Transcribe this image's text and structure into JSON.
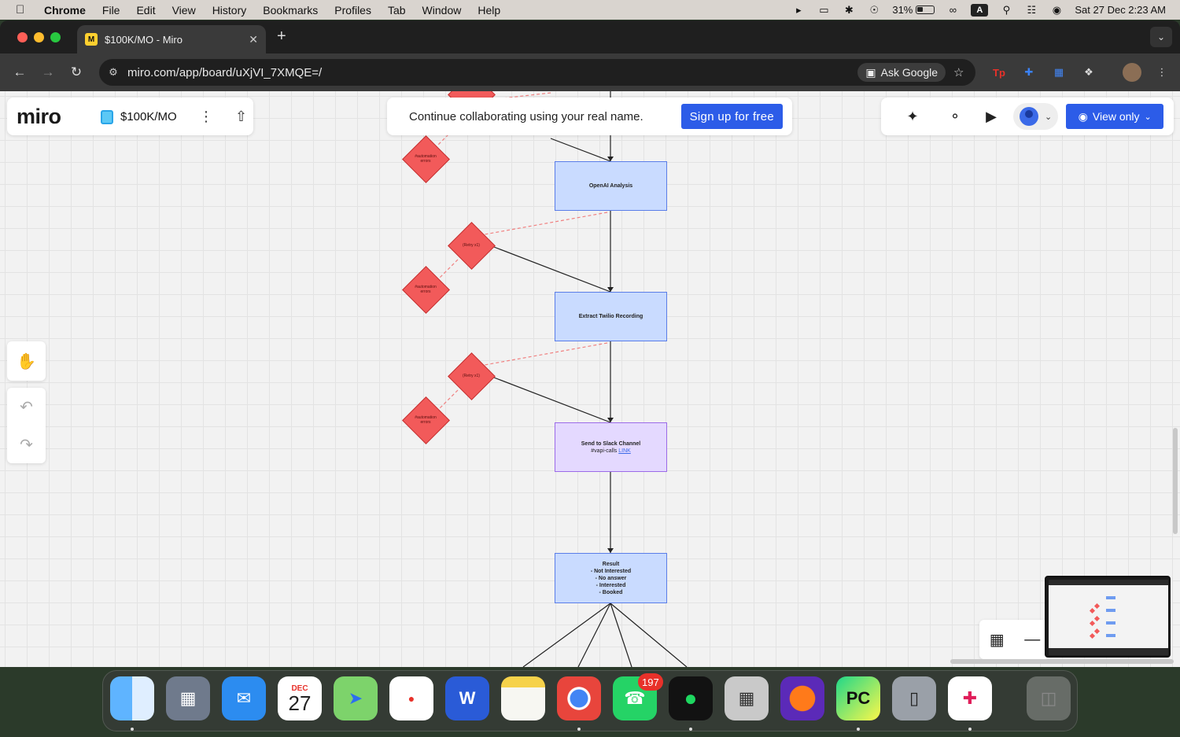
{
  "menubar": {
    "app": "Chrome",
    "items": [
      "File",
      "Edit",
      "View",
      "History",
      "Bookmarks",
      "Profiles",
      "Tab",
      "Window",
      "Help"
    ],
    "battery": "31%",
    "datetime": "Sat 27 Dec  2:23 AM",
    "input_source": "A"
  },
  "browser": {
    "tab_title": "$100K/MO - Miro",
    "url": "miro.com/app/board/uXjVI_7XMQE=/",
    "ask_google": "Ask Google"
  },
  "miro": {
    "logo": "miro",
    "board_name": "$100K/MO",
    "banner_text": "Continue collaborating using your real name.",
    "signup_label": "Sign up for free",
    "view_only_label": "View only"
  },
  "flow": {
    "nodes": [
      {
        "title": "OpenAI Analysis"
      },
      {
        "title": "Extract Twilio Recording"
      },
      {
        "title": "Send to Slack Channel",
        "sub": "#vapi-calls",
        "link": "LINK"
      },
      {
        "title": "Result",
        "lines": [
          "- Not Interested",
          "- No answer",
          "- Interested",
          "- Booked"
        ]
      }
    ],
    "retry_label": "(Retry x1)",
    "error_label": "#automation errors"
  },
  "dock": {
    "calendar_month": "DEC",
    "calendar_day": "27",
    "whatsapp_badge": "197"
  },
  "colors": {
    "accent": "#2c5ce8",
    "node_blue": "#c9dbff",
    "node_purple": "#e4d9ff",
    "diamond_red": "#f25a5a"
  }
}
